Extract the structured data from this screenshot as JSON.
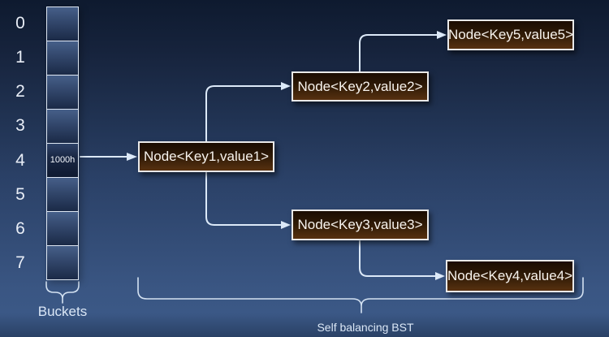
{
  "buckets": {
    "brace_label": "Buckets",
    "rows": [
      {
        "index": "0",
        "value": ""
      },
      {
        "index": "1",
        "value": ""
      },
      {
        "index": "2",
        "value": ""
      },
      {
        "index": "3",
        "value": ""
      },
      {
        "index": "4",
        "value": "1000h"
      },
      {
        "index": "5",
        "value": ""
      },
      {
        "index": "6",
        "value": ""
      },
      {
        "index": "7",
        "value": ""
      }
    ]
  },
  "nodes": {
    "node1": {
      "label": "Node<Key1,value1>"
    },
    "node2": {
      "label": "Node<Key2,value2>"
    },
    "node3": {
      "label": "Node<Key3,value3>"
    },
    "node4": {
      "label": "Node<Key4,value4>"
    },
    "node5": {
      "label": "Node<Key5,value5>"
    }
  },
  "bst": {
    "brace_label": "Self balancing BST"
  },
  "colors": {
    "background_top": "#0e1a2f",
    "background_bottom": "#3a5683",
    "bucket_cell_top": "#465f89",
    "bucket_cell_bottom": "#1b2a47",
    "node_fill_top": "#1a0c02",
    "node_fill_bottom": "#573110",
    "node_border": "#e9e9e9",
    "connector": "#dce9f8",
    "brace": "#d4e2f2",
    "text": "#f7f3ee"
  }
}
